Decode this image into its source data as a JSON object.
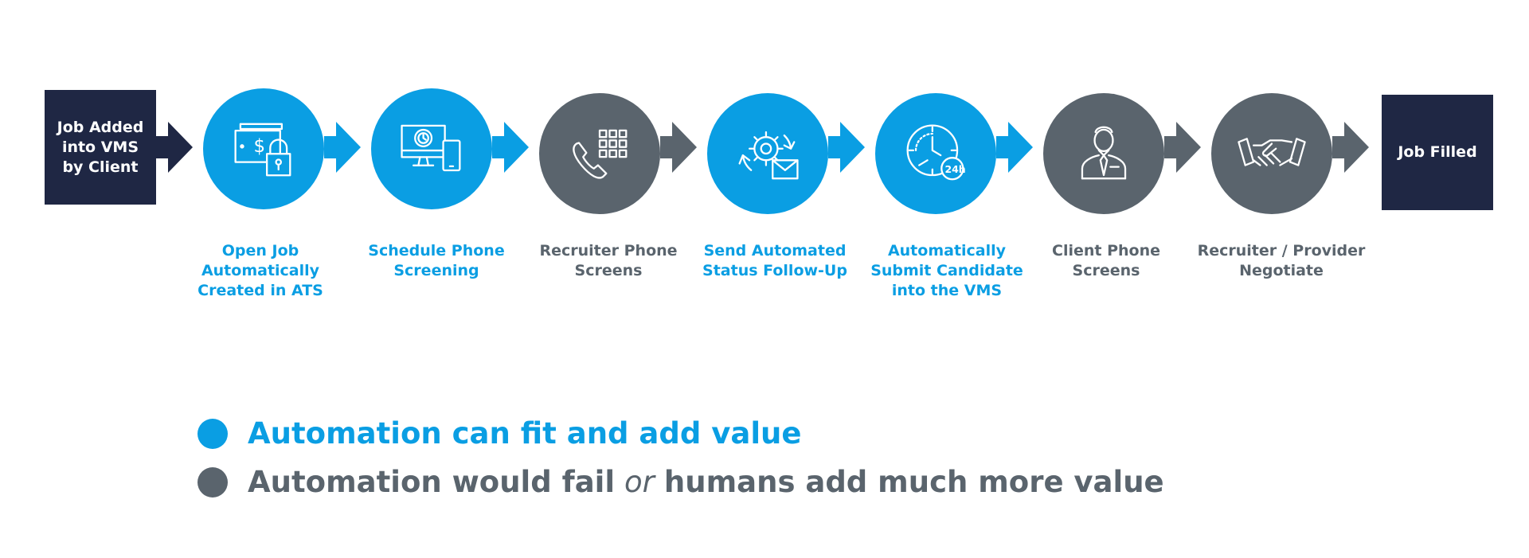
{
  "start_box": {
    "label": "Job Added\ninto VMS\nby Client"
  },
  "end_box": {
    "label": "Job Filled"
  },
  "colors": {
    "automation_fit": "#0a9ee3",
    "human_value": "#5a646d",
    "box": "#1f2744"
  },
  "steps": [
    {
      "label": "Open Job\nAutomatically\nCreated in ATS",
      "category": "automation_fit",
      "icon": "cash-lock-icon"
    },
    {
      "label": "Schedule Phone\nScreening",
      "category": "automation_fit",
      "icon": "devices-clock-icon"
    },
    {
      "label": "Recruiter Phone\nScreens",
      "category": "human_value",
      "icon": "phone-keypad-icon"
    },
    {
      "label": "Send Automated\nStatus Follow-Up",
      "category": "automation_fit",
      "icon": "gear-mail-icon"
    },
    {
      "label": "Automatically\nSubmit Candidate\ninto the VMS",
      "category": "automation_fit",
      "icon": "clock-24h-icon"
    },
    {
      "label": "Client Phone\nScreens",
      "category": "human_value",
      "icon": "businessman-icon"
    },
    {
      "label": "Recruiter / Provider\nNegotiate",
      "category": "human_value",
      "icon": "handshake-icon"
    }
  ],
  "legend": {
    "automation_fit": "Automation can fit and add value",
    "human_value_part1": "Automation would fail",
    "human_value_connector": "or",
    "human_value_part2": "humans add much more value"
  }
}
